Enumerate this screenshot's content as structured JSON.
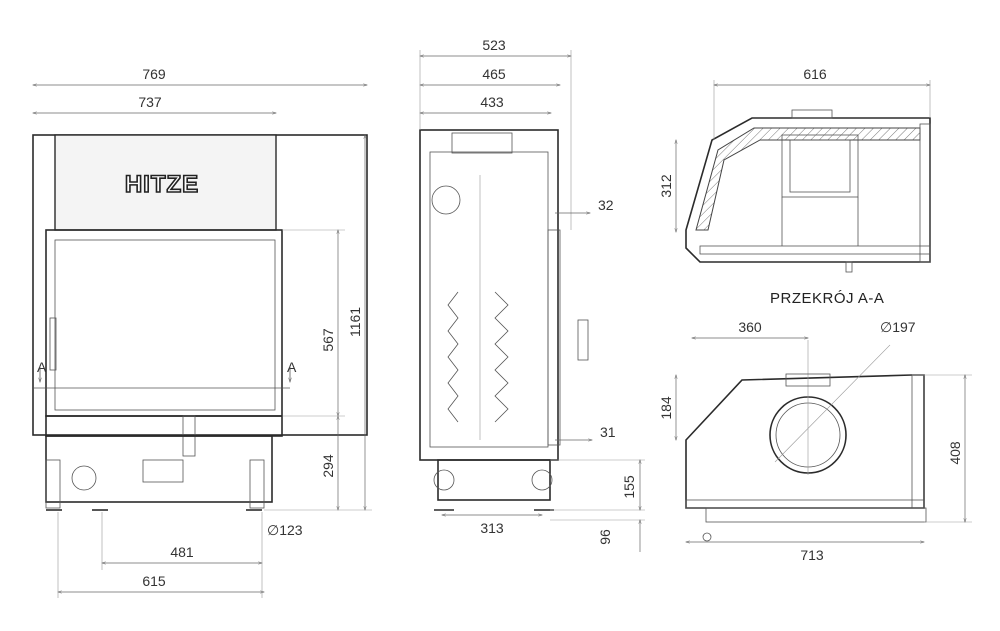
{
  "brand": {
    "name": "HITZE"
  },
  "section_label": "PRZEKRÓJ A-A",
  "section_marker": "A",
  "front_view": {
    "dims": {
      "width_outer": "769",
      "width_inner": "737",
      "height_total": "1161",
      "height_glass": "567",
      "height_legs": "294",
      "pipe_diameter": "∅123",
      "legs_spacing": "481",
      "base_width": "615"
    }
  },
  "side_view": {
    "dims": {
      "depth_outer": "523",
      "depth_mid": "465",
      "depth_inner": "433",
      "frame_top": "32",
      "frame_bottom": "31",
      "leg_spacing": "313",
      "foot_height": "155",
      "foot_offset": "96"
    }
  },
  "top_view": {
    "dims": {
      "width": "616",
      "depth": "312"
    }
  },
  "plan_view": {
    "dims": {
      "outlet_offset": "360",
      "outlet_diameter": "∅197",
      "outlet_depth": "184",
      "depth": "408",
      "width": "713"
    }
  }
}
